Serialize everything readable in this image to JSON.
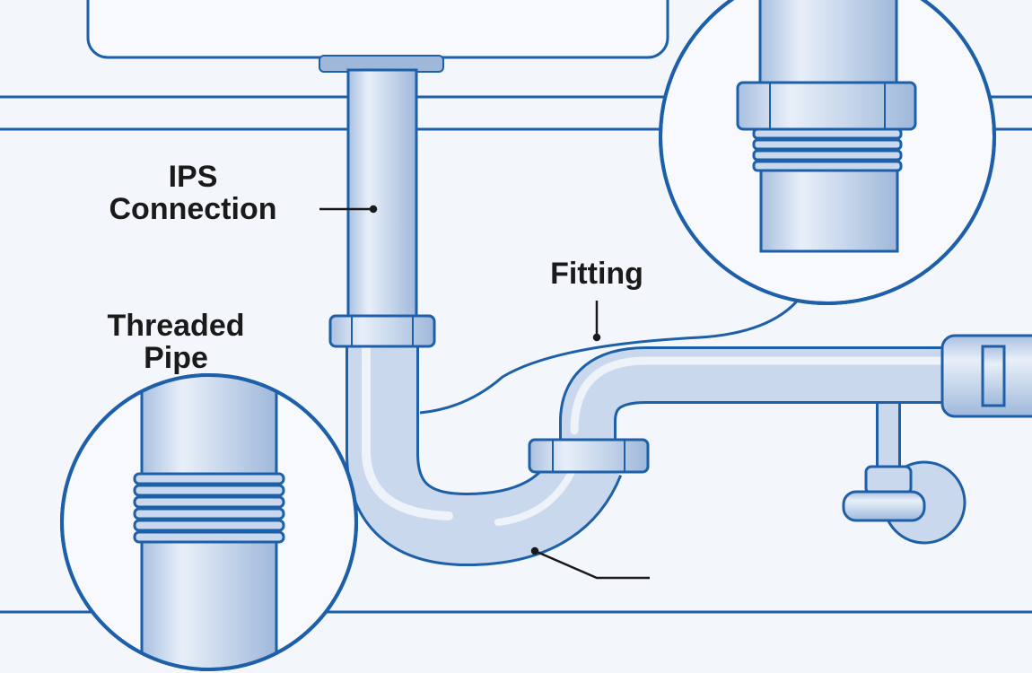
{
  "labels": {
    "ips_line1": "IPS",
    "ips_line2": "Connection",
    "fitting": "Fitting",
    "threaded_line1": "Threaded",
    "threaded_line2": "Pipe"
  },
  "colors": {
    "outline": "#1d5fa8",
    "pipe_fill": "#c9d8ec",
    "pipe_light": "#e4ecf7",
    "pipe_shade": "#9fb8da",
    "background": "#f3f6fb",
    "text": "#1a1a1a"
  }
}
